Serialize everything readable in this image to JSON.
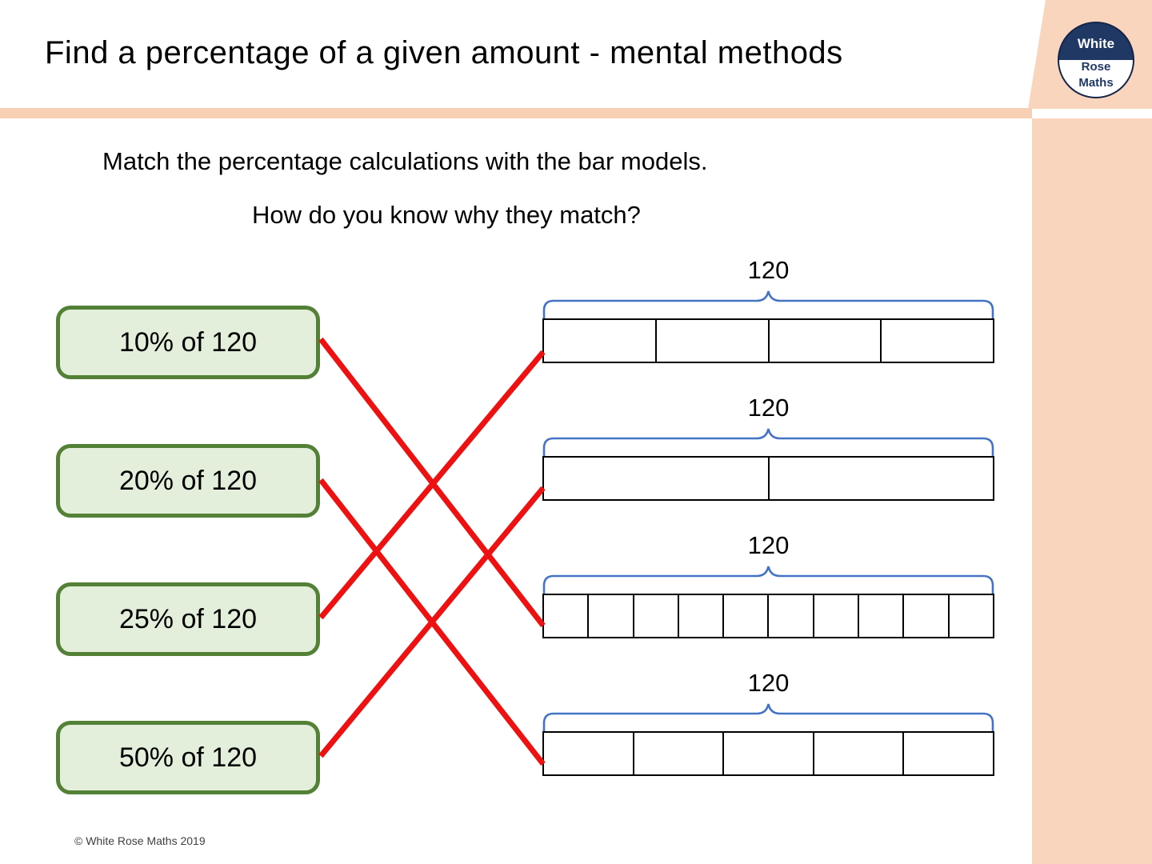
{
  "header": {
    "title": "Find a percentage of a given amount - mental methods",
    "divider_color": "#F7CFB2",
    "band_color": "#F8D5BC"
  },
  "logo": {
    "line1": "White",
    "line2": "Rose",
    "line3": "Maths",
    "navy": "#1F3864"
  },
  "instructions": {
    "line1": "Match the percentage calculations with the bar models.",
    "line2": "How do you know why they match?"
  },
  "calculations": [
    {
      "label": "10% of 120",
      "percent": 10,
      "amount": 120
    },
    {
      "label": "20% of 120",
      "percent": 20,
      "amount": 120
    },
    {
      "label": "25% of 120",
      "percent": 25,
      "amount": 120
    },
    {
      "label": "50% of 120",
      "percent": 50,
      "amount": 120
    }
  ],
  "bar_models": [
    {
      "total_label": "120",
      "cells": 4
    },
    {
      "total_label": "120",
      "cells": 2
    },
    {
      "total_label": "120",
      "cells": 10
    },
    {
      "total_label": "120",
      "cells": 5
    }
  ],
  "matches": [
    {
      "from_calculation": 0,
      "to_bar_model": 2
    },
    {
      "from_calculation": 1,
      "to_bar_model": 3
    },
    {
      "from_calculation": 2,
      "to_bar_model": 0
    },
    {
      "from_calculation": 3,
      "to_bar_model": 1
    }
  ],
  "colors": {
    "box_fill": "#E3EFDA",
    "box_border": "#538135",
    "connector": "#EE1111",
    "brace": "#4472C4",
    "bar_outline": "#000000"
  },
  "footer": {
    "copyright": "© White Rose Maths 2019"
  }
}
